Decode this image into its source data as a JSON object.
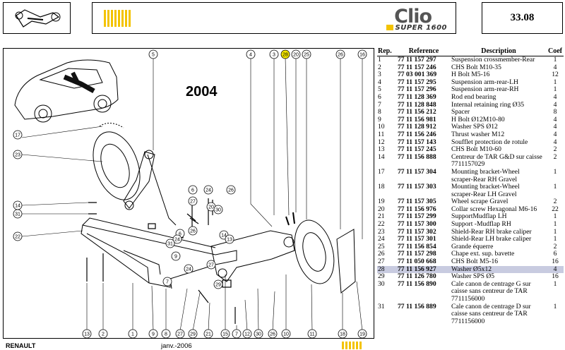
{
  "header": {
    "model": "Clio",
    "edition": "SUPER 1600",
    "page_number": "33.08"
  },
  "diagram": {
    "year": "2004",
    "top_callouts": [
      "5",
      "4",
      "3",
      "28",
      "20",
      "25",
      "26",
      "16"
    ],
    "left_callouts": [
      "17",
      "23",
      "14",
      "31",
      "22"
    ],
    "bottom_callouts": [
      "13",
      "2",
      "1",
      "9",
      "8",
      "27",
      "29",
      "21",
      "15",
      "7",
      "12",
      "30",
      "26",
      "10",
      "11",
      "18",
      "19"
    ],
    "inner_callouts": [
      "6",
      "24",
      "26",
      "27",
      "20",
      "30",
      "26",
      "6",
      "24",
      "31",
      "14",
      "13",
      "9",
      "24",
      "27",
      "29",
      "7"
    ],
    "highlighted_callout": "28"
  },
  "parts_table": {
    "columns": [
      "Rep.",
      "Reference",
      "Description",
      "Coef"
    ],
    "rows": [
      {
        "rep": "1",
        "ref": "77 11 157 297",
        "desc": [
          "Suspension crossmember-Rear"
        ],
        "coef": "1"
      },
      {
        "rep": "2",
        "ref": "77 11 157 246",
        "desc": [
          "CHS Bolt M10-35"
        ],
        "coef": "4"
      },
      {
        "rep": "3",
        "ref": "77 03 001 369",
        "desc": [
          "H Bolt M5-16"
        ],
        "coef": "12"
      },
      {
        "rep": "4",
        "ref": "77 11 157 295",
        "desc": [
          "Suspension arm-rear-LH"
        ],
        "coef": "1"
      },
      {
        "rep": "5",
        "ref": "77 11 157 296",
        "desc": [
          "Suspension arm-rear-RH"
        ],
        "coef": "1"
      },
      {
        "rep": "6",
        "ref": "77 11 128 369",
        "desc": [
          "Rod end bearing"
        ],
        "coef": "4"
      },
      {
        "rep": "7",
        "ref": "77 11 128 848",
        "desc": [
          "Internal retaining ring Ø35"
        ],
        "coef": "4"
      },
      {
        "rep": "8",
        "ref": "77 11 156 212",
        "desc": [
          "Spacer"
        ],
        "coef": "8"
      },
      {
        "rep": "9",
        "ref": "77 11 156 981",
        "desc": [
          "H Bolt Ø12M10-80"
        ],
        "coef": "4"
      },
      {
        "rep": "10",
        "ref": "77 11 128 912",
        "desc": [
          "Washer SPS Ø12"
        ],
        "coef": "4"
      },
      {
        "rep": "11",
        "ref": "77 11 156 246",
        "desc": [
          "Thrust washer M12"
        ],
        "coef": "4"
      },
      {
        "rep": "12",
        "ref": "77 11 157 143",
        "desc": [
          "Soufflet protection de rotule"
        ],
        "coef": "4"
      },
      {
        "rep": "13",
        "ref": "77 11 157 245",
        "desc": [
          "CHS Bolt M10-60"
        ],
        "coef": "2"
      },
      {
        "rep": "14",
        "ref": "77 11 156 888",
        "desc": [
          "Centreur de TAR G&D sur caisse",
          "7711157029"
        ],
        "coef": "2"
      },
      {
        "rep": "17",
        "ref": "77 11 157 304",
        "desc": [
          "Mounting bracket-Wheel",
          "scraper-Rear RH Gravel"
        ],
        "coef": "1"
      },
      {
        "rep": "18",
        "ref": "77 11 157 303",
        "desc": [
          "Mounting bracket-Wheel",
          "scraper-Rear LH Gravel"
        ],
        "coef": "1"
      },
      {
        "rep": "19",
        "ref": "77 11 157 305",
        "desc": [
          "Wheel scrape Gravel"
        ],
        "coef": "2"
      },
      {
        "rep": "20",
        "ref": "77 11 156 976",
        "desc": [
          "Collar screw Hexagonal M6-16"
        ],
        "coef": "22"
      },
      {
        "rep": "21",
        "ref": "77 11 157 299",
        "desc": [
          "SupportMudflap LH"
        ],
        "coef": "1"
      },
      {
        "rep": "22",
        "ref": "77 11 157 300",
        "desc": [
          "Support -Mudflap RH"
        ],
        "coef": "1"
      },
      {
        "rep": "23",
        "ref": "77 11 157 302",
        "desc": [
          "Shield-Rear RH brake caliper"
        ],
        "coef": "1"
      },
      {
        "rep": "24",
        "ref": "77 11 157 301",
        "desc": [
          "Shield-Rear LH brake caliper"
        ],
        "coef": "1"
      },
      {
        "rep": "25",
        "ref": "77 11 156 854",
        "desc": [
          "Grande équerre"
        ],
        "coef": "2"
      },
      {
        "rep": "26",
        "ref": "77 11 157 298",
        "desc": [
          "Chape ext. sup. bavette"
        ],
        "coef": "6"
      },
      {
        "rep": "27",
        "ref": "77 11 050 668",
        "desc": [
          "CHS Bolt M5-16"
        ],
        "coef": "16"
      },
      {
        "rep": "28",
        "ref": "77 11 156 927",
        "desc": [
          "Washer Ø5x12"
        ],
        "coef": "4",
        "highlighted": true
      },
      {
        "rep": "29",
        "ref": "77 11 126 780",
        "desc": [
          "Washer SPS Ø5"
        ],
        "coef": "16"
      },
      {
        "rep": "30",
        "ref": "77 11 156 890",
        "desc": [
          "Cale canon de centrage G sur",
          "caisse sans centreur de TAR",
          "7711156000"
        ],
        "coef": "1"
      },
      {
        "rep": "31",
        "ref": "77 11 156 889",
        "desc": [
          "Cale canon de centrage D sur",
          "caisse sans centreur de TAR",
          "7711156000"
        ],
        "coef": "1"
      }
    ]
  },
  "footer": {
    "brand": "RENAULT",
    "date": "janv.-2006"
  },
  "colors": {
    "accent_yellow": "#f3c300",
    "highlight_row": "#c8cbe0"
  },
  "icons": {
    "thumbnail": "suspension-thumbnail-icon",
    "brand_bar": "yellow-stripe-logo"
  }
}
